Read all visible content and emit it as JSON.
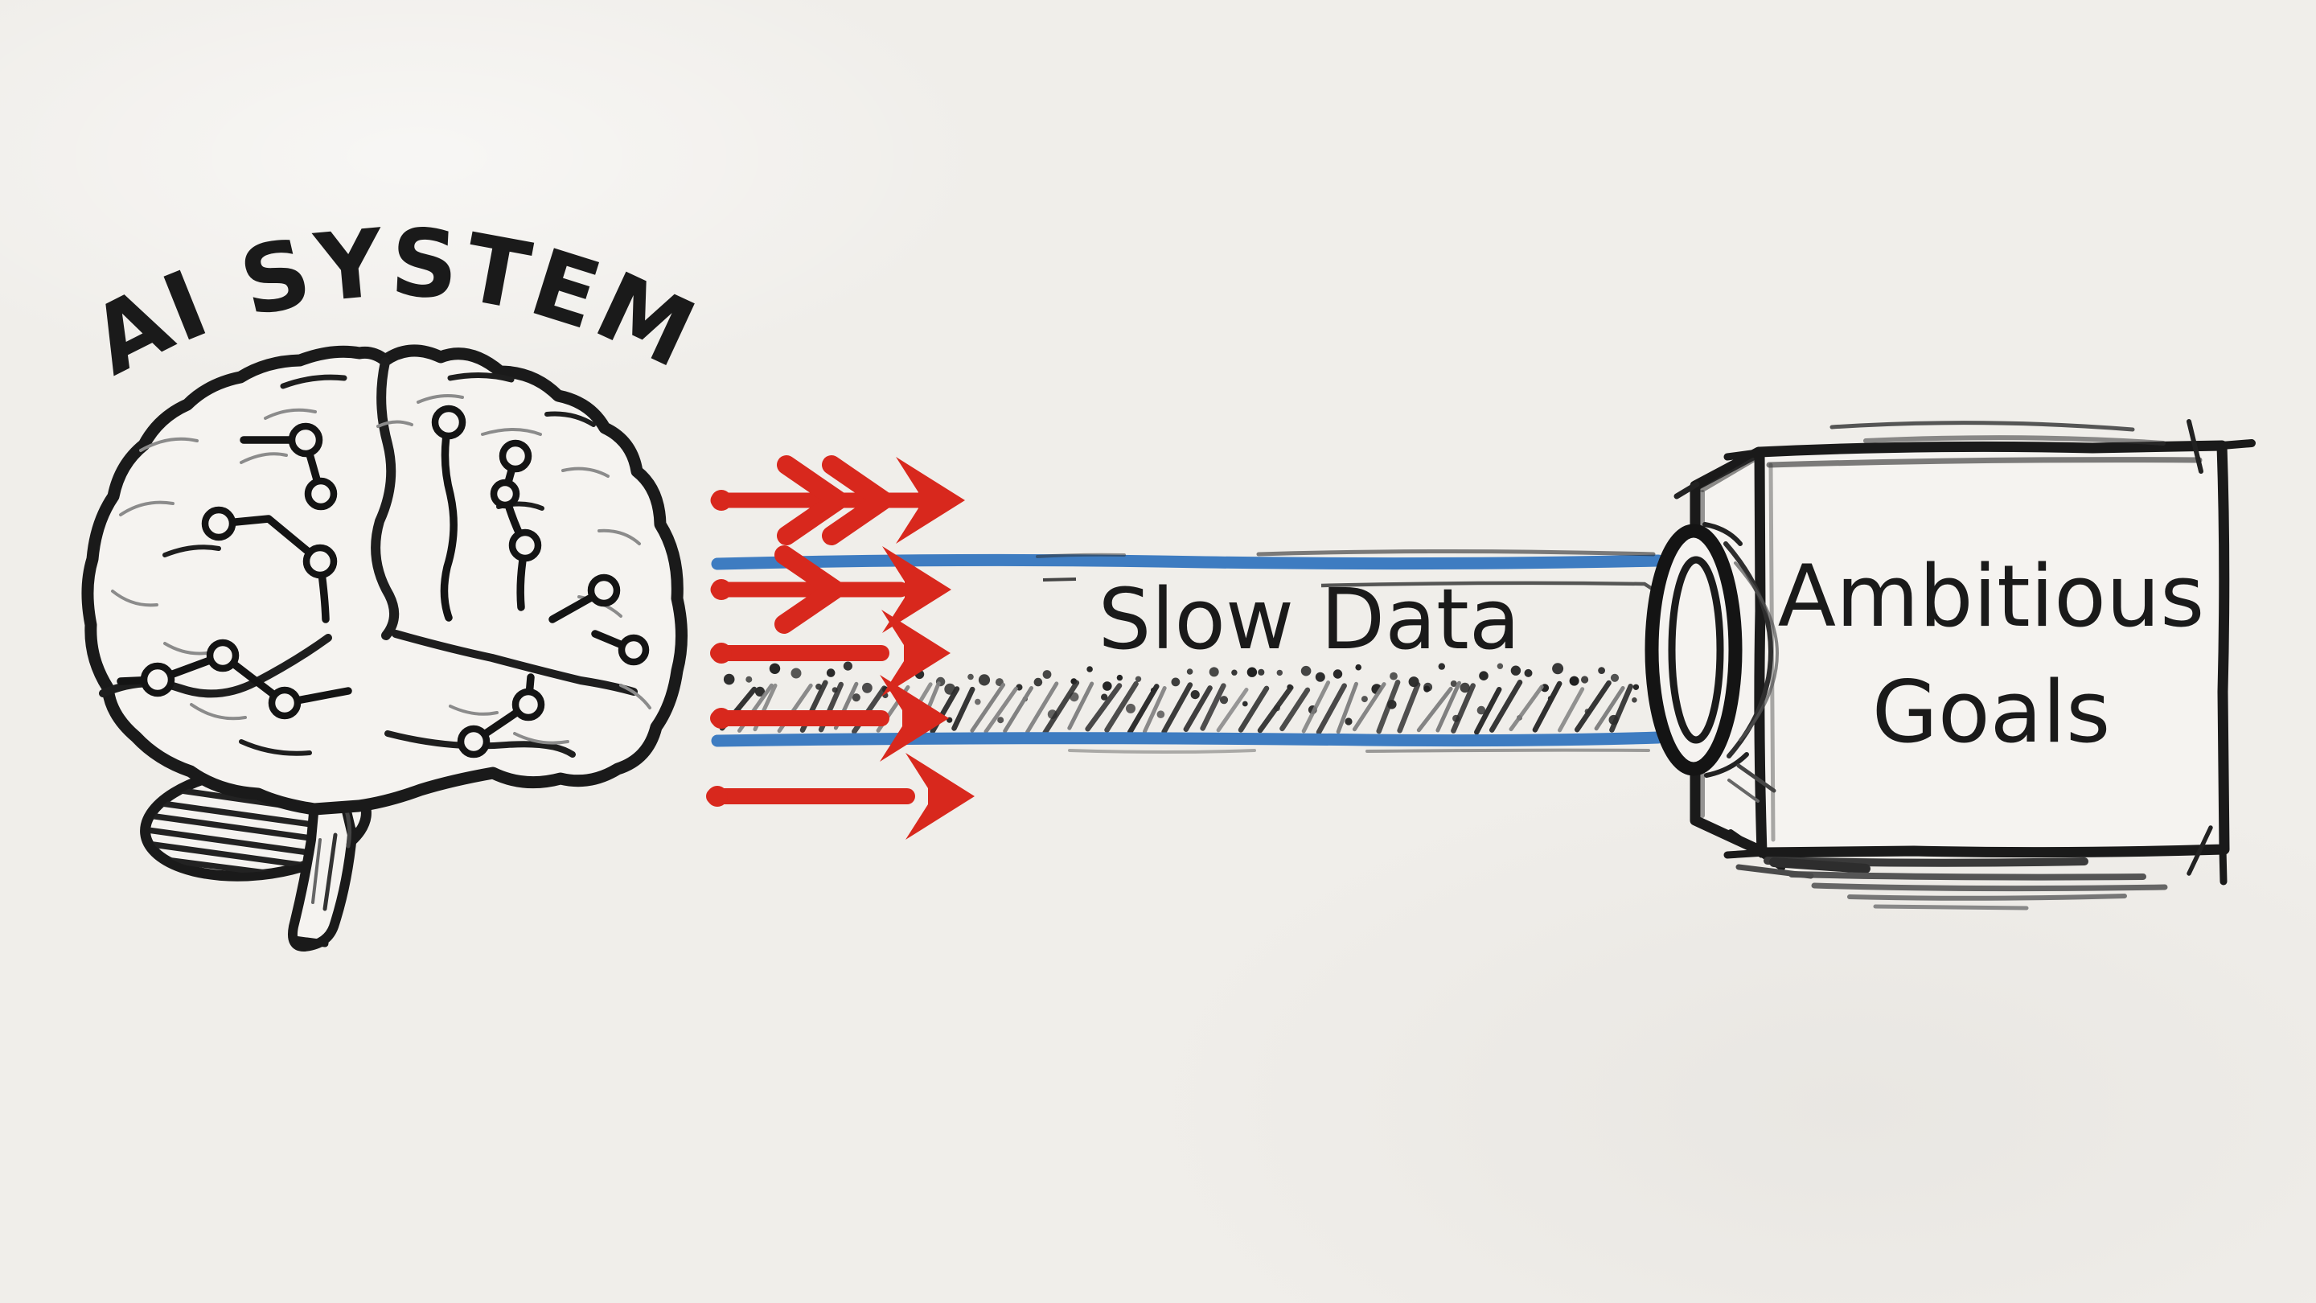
{
  "scene": {
    "title": "AI SYSTEM",
    "pipe_label": "Slow Data",
    "goal_box": {
      "line1": "Ambitious",
      "line2": "Goals"
    },
    "colors": {
      "ink": "#1a1a1a",
      "red": "#d8281d",
      "blue": "#3e7cc1",
      "paper": "#f0eeea",
      "sketch_gray": "#6a6a6a"
    },
    "elements": {
      "brain_icon": "ai-brain-circuit-sketch",
      "arrows_icon": "red-throughput-arrows",
      "arrow_count": 5,
      "pipe_icon": "narrow-data-pipe",
      "flange_icon": "pipe-flange",
      "box_icon": "ambitious-goals-box"
    }
  }
}
